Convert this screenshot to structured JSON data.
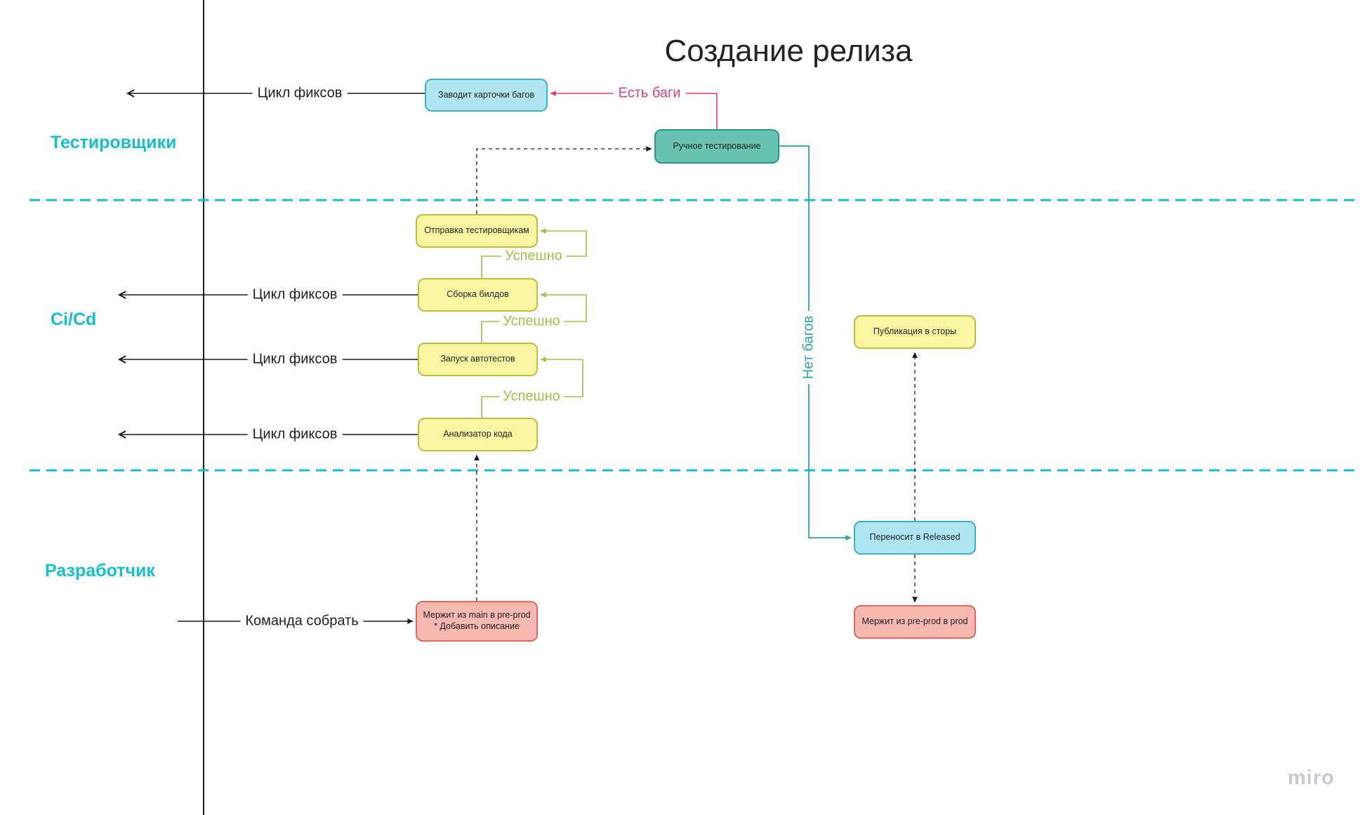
{
  "title": "Создание релиза",
  "watermark": "miro",
  "lanes": [
    {
      "label": "Тестировщики"
    },
    {
      "label": "Ci/Cd"
    },
    {
      "label": "Разработчик"
    }
  ],
  "nodes": {
    "bug_cards": {
      "label": "Заводит карточки багов"
    },
    "manual_testing": {
      "label": "Ручное тестирование"
    },
    "send_to_testers": {
      "label": "Отправка тестировщикам"
    },
    "build_assembly": {
      "label": "Сборка билдов"
    },
    "run_autotests": {
      "label": "Запуск автотестов"
    },
    "code_analyzer": {
      "label": "Анализатор кода"
    },
    "publish_stores": {
      "label": "Публикация в сторы"
    },
    "move_released": {
      "label": "Переносит в Released"
    },
    "merge_main_preprod": {
      "label": "Мержит из main в pre-prod\n* Добавить описание"
    },
    "merge_preprod_prod": {
      "label": "Мержит из pre-prod в prod"
    }
  },
  "edge_labels": {
    "fix_cycle_1": "Цикл фиксов",
    "fix_cycle_2": "Цикл фиксов",
    "fix_cycle_3": "Цикл фиксов",
    "fix_cycle_4": "Цикл фиксов",
    "has_bugs": "Есть баги",
    "no_bugs": "Нет багов",
    "success_1": "Успешно",
    "success_2": "Успешно",
    "success_3": "Успешно",
    "build_command": "Команда собрать"
  },
  "colors": {
    "lane_cyan": "#14BFCF",
    "pink_accent": "#DD3E7E",
    "green_accent": "#9FC248",
    "teal_accent": "#2FA895",
    "yellow_node_fill": "#F9F6A1",
    "yellow_node_border": "#BDBC45",
    "blue_node_fill": "#AFE5F0",
    "blue_node_border": "#3FB2C4",
    "teal_node_fill": "#68C4B0",
    "teal_node_border": "#259889",
    "pink_node_fill": "#F5B8B1",
    "pink_node_border": "#DE6A5E",
    "line_black": "#1b1b1b"
  }
}
